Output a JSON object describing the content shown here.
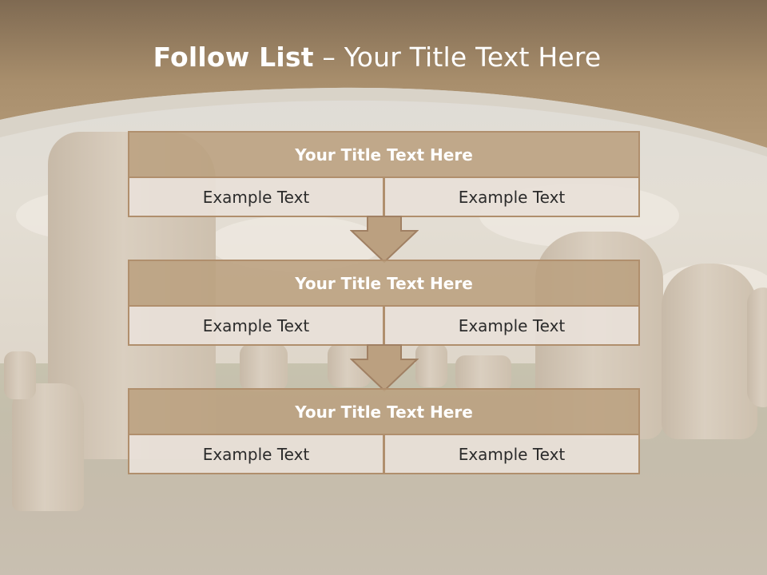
{
  "title": {
    "bold": "Follow List",
    "rest": " – Your Title Text Here"
  },
  "steps": [
    {
      "title": "Your Title Text Here",
      "left": "Example Text",
      "right": "Example Text"
    },
    {
      "title": "Your Title Text Here",
      "left": "Example Text",
      "right": "Example Text"
    },
    {
      "title": "Your Title Text Here",
      "left": "Example Text",
      "right": "Example Text"
    }
  ],
  "colors": {
    "header_brown": "#a88e6c",
    "block_title_fill": "#bba080",
    "cell_fill": "#e8e0d8",
    "border": "#b08f6d"
  }
}
